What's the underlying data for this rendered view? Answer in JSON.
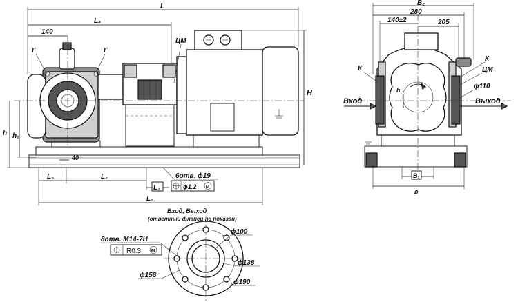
{
  "labels": {
    "L": "L",
    "L4": "L₄",
    "d140_top": "140",
    "G_left": "Г",
    "G_right": "Г",
    "TsM_front": "ЦМ",
    "H": "H",
    "h": "h",
    "h1": "h₁",
    "d40": "40",
    "L5": "L₅",
    "L2": "L₂",
    "L3": "L₃",
    "L1": "L₁",
    "holes": "6отв. ϕ19",
    "pos_tol": "ϕ1.2",
    "B2": "B₂",
    "d280": "280",
    "d140_side": "140±2",
    "d205": "205",
    "K_left": "К",
    "K_right": "К",
    "TsM_side": "ЦМ",
    "d110": "ϕ110",
    "h_small": "h",
    "inlet": "Вход",
    "outlet": "Выход",
    "B1": "B₁",
    "B": "в",
    "flange_title": "Вход,  Выход",
    "flange_note": "(ответный фланец не показан)",
    "threads": "8отв. М14-7Н",
    "r_tol": "R0.3",
    "d100": "ϕ100",
    "d138": "ϕ138",
    "d158": "ϕ158",
    "d190": "ϕ190",
    "mod_m": "M"
  },
  "colors": {
    "line": "#111111",
    "shade_dark": "#555555",
    "shade_mid": "#8a8a8a",
    "shade_light": "#cfcfcf",
    "paper": "#ffffff"
  }
}
